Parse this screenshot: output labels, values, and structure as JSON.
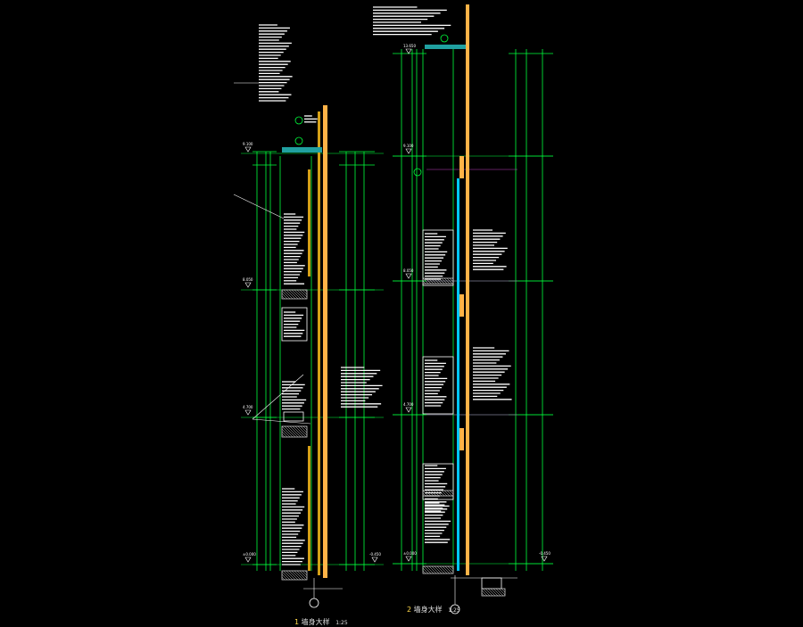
{
  "app": {
    "background": "#000000"
  },
  "colors": {
    "dimension": "#00ff3c",
    "wall": "#ffb347",
    "wall_inner": "#d4a017",
    "note_text": "#ffffff",
    "glass": "#00c8ff",
    "hatch": "#cccccc",
    "marker": "#ffd84a",
    "magenta": "#c040c0",
    "fill_band": "#20a0a0"
  },
  "sections": [
    {
      "id": "left",
      "title_label": "墙身大样",
      "title_number": "1",
      "scale_label": "1:25",
      "elevation_markers": [
        "9.100",
        "8.050",
        "4.700",
        "±0.000",
        "-0.450"
      ]
    },
    {
      "id": "right",
      "title_label": "墙身大样",
      "title_number": "2",
      "scale_label": "1:25",
      "elevation_markers": [
        "13.650",
        "9.100",
        "8.050",
        "4.700",
        "±0.000",
        "-0.450"
      ]
    }
  ]
}
